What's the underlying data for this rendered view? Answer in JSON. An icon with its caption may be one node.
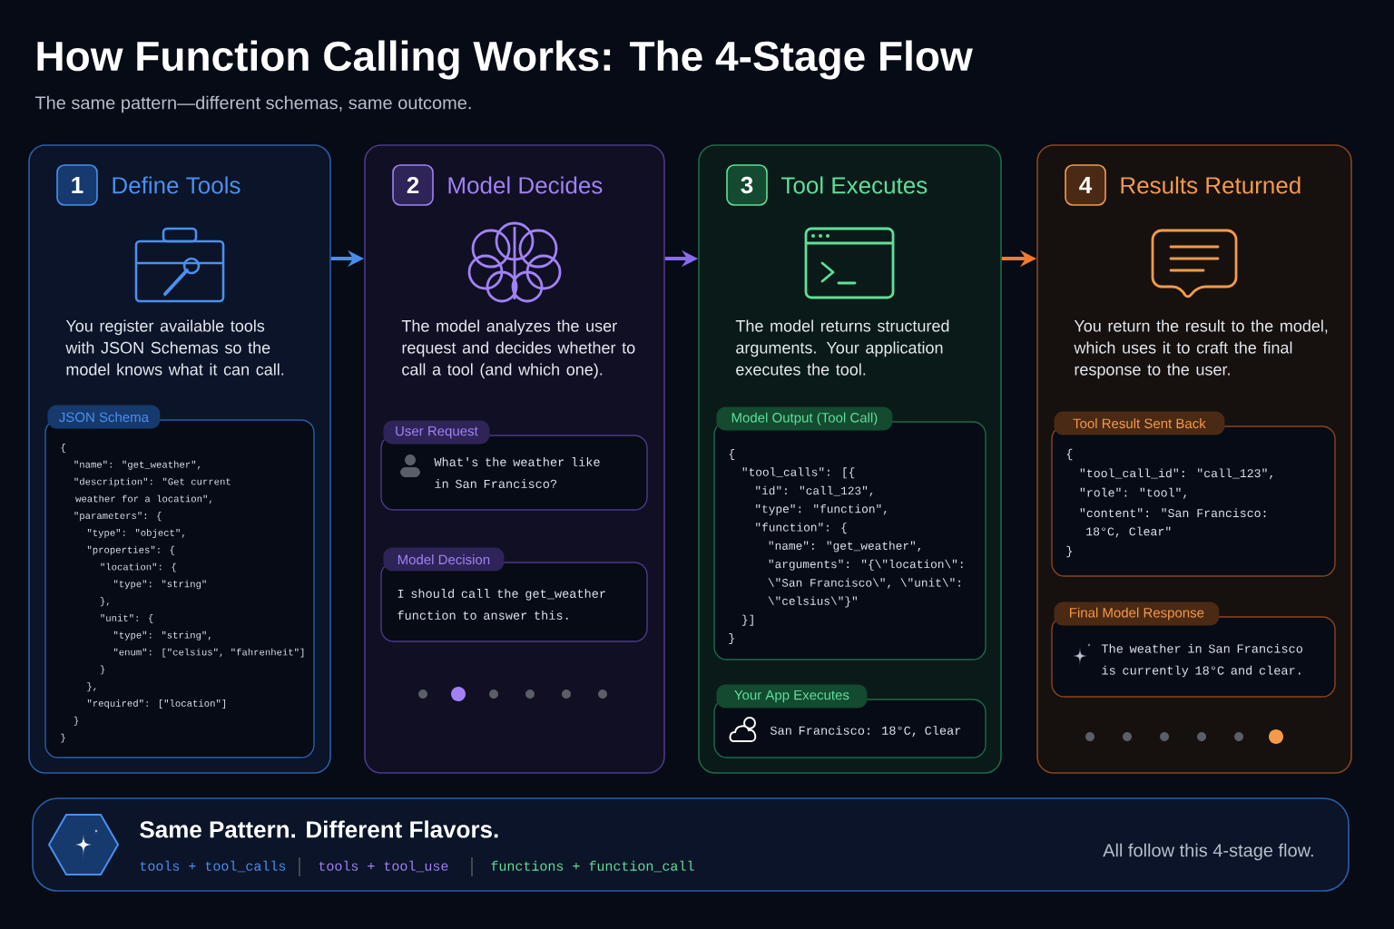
{
  "diagram": {
    "title": "How Function Calling Works: The 4-Stage Flow",
    "nodes": [
      {
        "text": [
          "1",
          "Define Tools",
          "You register available tools with JSON Schemas so the model knows what it can call."
        ]
      },
      {
        "text": [
          "JSON Schema",
          "{",
          "\"name\": \"get_weather\",",
          "\"description\": \"Get current",
          "weather for a location\",",
          "\"parameters\": {",
          "\"type\": \"object\",",
          "\"properties\": {",
          "\"location\": {",
          "\"type\": \"string\"",
          "},",
          "\"unit\": {",
          "\"type\": \"string\",",
          "\"enum\": [\"celsius\", \"fahrenheit\"]",
          "}",
          "},",
          "\"required\": [\"location\"]",
          "}",
          "}"
        ],
        "in": 0
      },
      {
        "text": [
          "2",
          "Model Decides",
          "The model analyzes the user request and decides whether to call a tool (and which one)."
        ]
      },
      {
        "text": [
          "User Request",
          "What's the weather like in San Francisco?"
        ],
        "in": 2
      },
      {
        "text": [
          "Model Decision",
          "I should call the get_weather function to answer this."
        ],
        "in": 2
      },
      {
        "text": [
          "3",
          "Tool Executes",
          "The model returns structured arguments. Your application executes the tool."
        ]
      },
      {
        "text": [
          "Model Output (Tool Call)",
          "{",
          "\"tool_calls\": [{",
          "\"id\": \"call_123\",",
          "\"type\": \"function\",",
          "\"function\": {",
          "\"name\": \"get_weather\",",
          "\"arguments\": \"{\\\"location\\\":",
          "\\\"San Francisco\\\", \\\"unit\\\":",
          "\\\"celsius\\\"}\"",
          "}]",
          "}"
        ],
        "in": 5
      },
      {
        "text": [
          "Your App Executes",
          "San Francisco: 18°C, Clear"
        ],
        "in": 5
      },
      {
        "text": [
          "4",
          "Results Returned",
          "You return the result to the model, which uses it to craft the final response to the user."
        ]
      },
      {
        "text": [
          "Tool Result Sent Back",
          "{",
          "\"tool_call_id\": \"call_123\",",
          "\"role\": \"tool\",",
          "\"content\": \"San Francisco:",
          "18°C, Clear\"",
          "}"
        ],
        "in": 8
      },
      {
        "text": [
          "Final Model Response",
          "The weather in San Francisco is currently 18°C and clear."
        ],
        "in": 8
      },
      {
        "text": [
          "Same Pattern. Different Flavors.",
          "tools + tool_calls",
          "tools + tool_use",
          "functions + function_call",
          "All follow this 4-stage flow."
        ]
      }
    ],
    "edges": [
      {
        "from": 0,
        "to": 2,
        "arrow": "to",
        "color": "#4a8cf0"
      },
      {
        "from": 2,
        "to": 5,
        "arrow": "to",
        "color": "#8b6cf0"
      },
      {
        "from": 5,
        "to": 8,
        "arrow": "to",
        "color": "#f07a30"
      }
    ],
    "labels": [
      "The same pattern—different schemas, same outcome."
    ]
  }
}
